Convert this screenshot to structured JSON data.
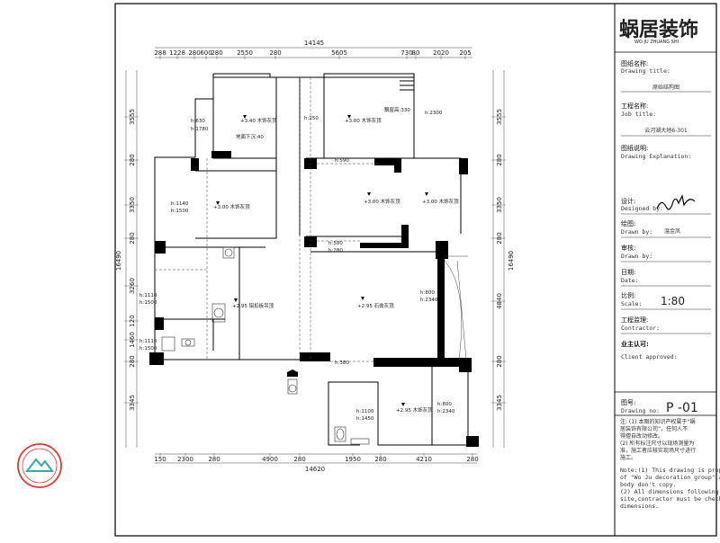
{
  "dimensions": {
    "top_total": "14145",
    "top_segments": [
      "288",
      "1228",
      "280",
      "600",
      "280",
      "2550",
      "280",
      "5605",
      "730",
      "80",
      "2020",
      "205"
    ],
    "bottom_total": "14620",
    "bottom_segments": [
      "150",
      "2300",
      "280",
      "4900",
      "280",
      "1950",
      "280",
      "4210",
      "280"
    ],
    "left_total": "16490",
    "left_segments": [
      "3555",
      "280",
      "3350",
      "280",
      "3260",
      "120",
      "1460",
      "280",
      "3345"
    ],
    "right_total": "16490",
    "right_segments": [
      "3555",
      "280",
      "3350",
      "280",
      "4840",
      "280",
      "3345"
    ]
  },
  "plan_notes": {
    "ceiling_a": "+3.40 木饰灰顶",
    "ceiling_b": "+3.00 木饰灰顶",
    "bay_window": "飘窗高:330",
    "h_2300": "h:2300",
    "h_630": "h:630",
    "h_1780": "h:1780",
    "floor_note": "地面下沉:40",
    "room1": "+3.00 木饰灰顶",
    "room2": "+3.00 木饰灰顶",
    "room3": "+3.00 木饰灰顶",
    "h_1140": "h:1140",
    "h_1500": "h:1500",
    "kitchen": "+2.95 铝扣板吊顶",
    "living": "+2.95 石膏灰顶",
    "h_1110": "h:1110",
    "h_1500b": "h:1500",
    "h_1110b": "h:1110",
    "h_1500c": "h:1500",
    "h_800": "h:800",
    "h_2340": "h:2340",
    "h_250": "h:250",
    "h_800b": "h:800",
    "h_2340b": "h:2340",
    "bedroom": "+2.95 木饰灰顶",
    "h_1100": "h:1100",
    "h_1450": "h:1450",
    "h_580": "h:580",
    "h_280": "h:280",
    "h_590": "h:590",
    "h_380": "h:380"
  },
  "title_block": {
    "logo_text": "蜗居装饰",
    "logo_sub": "WO JU ZHUANG SHI",
    "drawing_title_cn": "图纸名称:",
    "drawing_title_en": "Drawing title:",
    "drawing_title_val": "原始结构图",
    "job_title_cn": "工程名称:",
    "job_title_en": "Job title:",
    "job_title_val": "云河湖大地6-301",
    "explanation_cn": "图纸说明:",
    "explanation_en": "Drawing Explanation:",
    "designed_cn": "设计:",
    "designed_en": "Designed by:",
    "drawn_cn": "绘图:",
    "drawn_en": "Drawn by:",
    "drawn_val": "温金凤",
    "checked_cn": "审核:",
    "checked_en": "Drawn by:",
    "date_cn": "日期:",
    "date_en": "Date:",
    "scale_cn": "比例:",
    "scale_en": "Scale:",
    "scale_val": "1:80",
    "contractor_cn": "工程监理:",
    "contractor_en": "Contractor:",
    "client_cn": "业主认可:",
    "client_en": "Client approved:",
    "drawing_no_cn": "图号:",
    "drawing_no_en": "Drawing no:",
    "drawing_no_val": "P -01",
    "note_cn_1": "注: (1) 本图的知识产权属于“蜗",
    "note_cn_2": "居装饰有限公司”，任何人不",
    "note_cn_3": "得擅自改动修改。",
    "note_cn_4": "(2) 所有标注尺寸以现场测量为",
    "note_cn_5": "准，施工者应核实现场尺寸进行",
    "note_cn_6": "施工。",
    "note_en_1": "Note:(1) This drawing is property",
    "note_en_2": "of \"Wo Ju decoration group\",any",
    "note_en_3": "body don't copy.",
    "note_en_4": "(2) All dimensions following the",
    "note_en_5": "site,contractor must be check the",
    "note_en_6": "dimensions."
  }
}
